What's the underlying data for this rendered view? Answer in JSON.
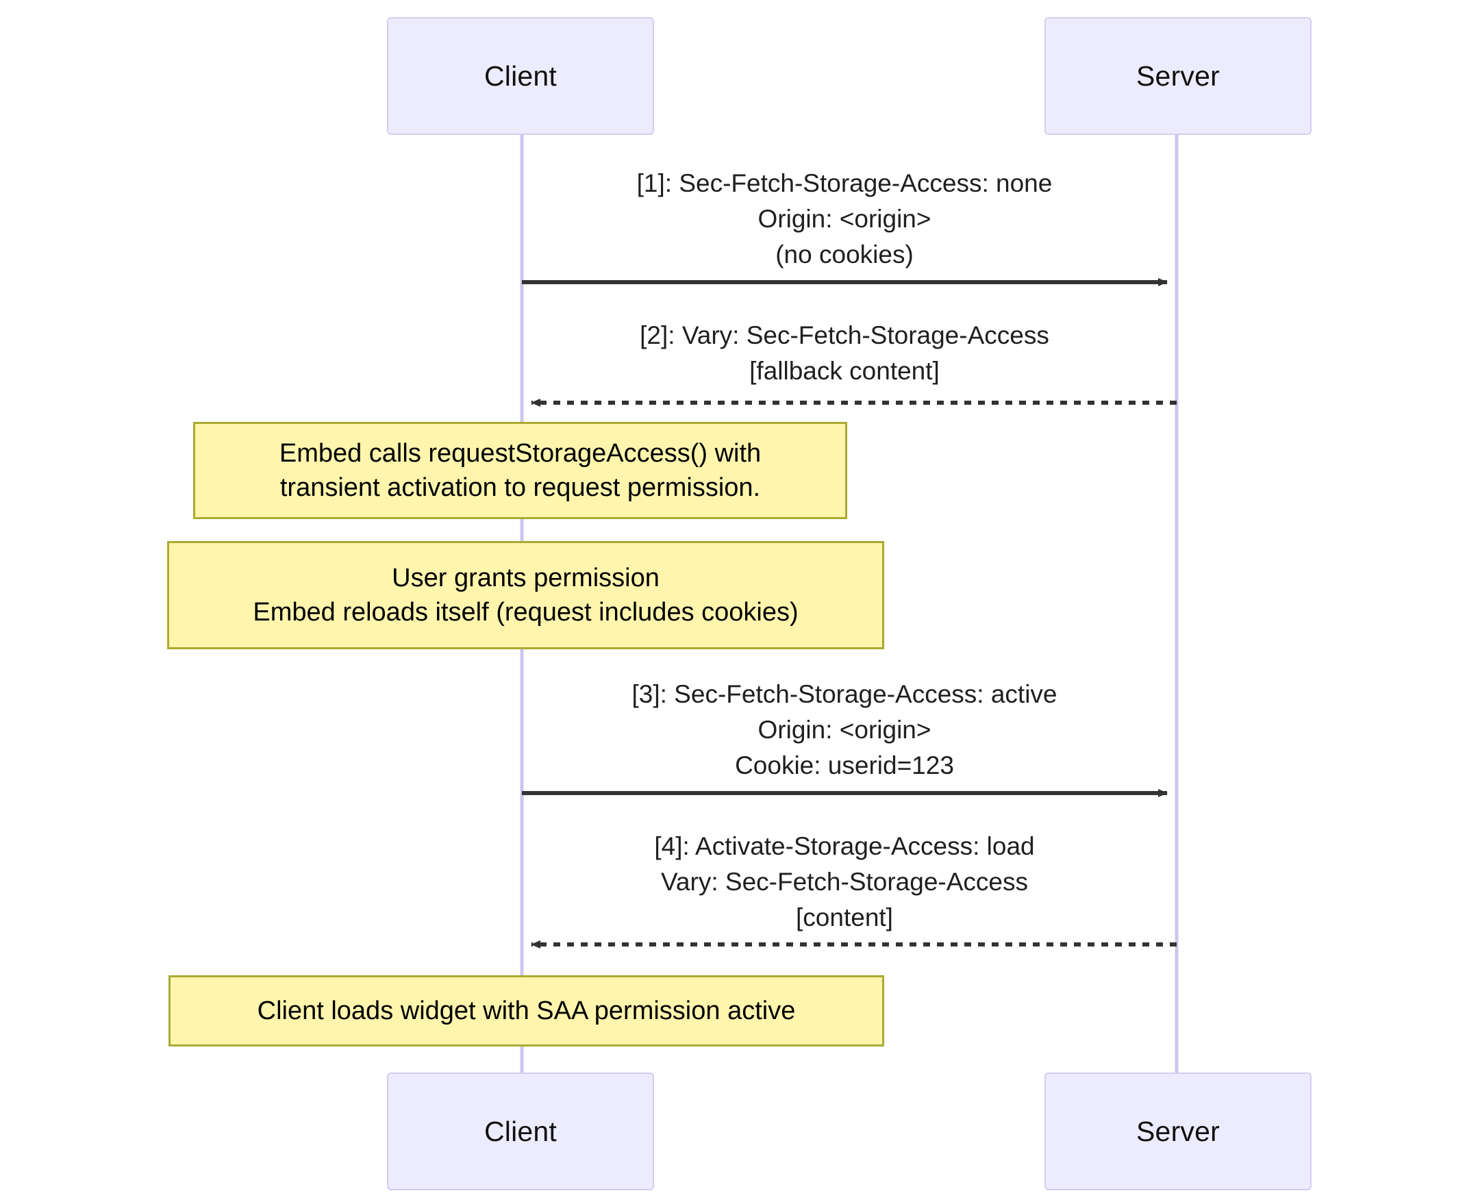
{
  "diagram": {
    "type": "sequence-diagram",
    "background_color": "#ffffff",
    "participant_fill": "#ececfe",
    "participant_border": "#d6ccf0",
    "note_fill": "#fff5ad",
    "note_border": "#aaaa33",
    "lifeline_color": "#cec5ee",
    "arrow_color": "#333333"
  },
  "participants": [
    {
      "id": "client",
      "label": "Client"
    },
    {
      "id": "server",
      "label": "Server"
    }
  ],
  "participants_bottom": [
    {
      "id": "client",
      "label": "Client"
    },
    {
      "id": "server",
      "label": "Server"
    }
  ],
  "messages": [
    {
      "index": "[1]",
      "from": "client",
      "to": "server",
      "style": "solid",
      "lines": [
        "[1]: Sec-Fetch-Storage-Access: none",
        "Origin: <origin>",
        "(no cookies)"
      ]
    },
    {
      "index": "[2]",
      "from": "server",
      "to": "client",
      "style": "dashed",
      "lines": [
        "[2]: Vary: Sec-Fetch-Storage-Access",
        "[fallback content]"
      ]
    },
    {
      "index": "[3]",
      "from": "client",
      "to": "server",
      "style": "solid",
      "lines": [
        "[3]: Sec-Fetch-Storage-Access: active",
        "Origin: <origin>",
        "Cookie: userid=123"
      ]
    },
    {
      "index": "[4]",
      "from": "server",
      "to": "client",
      "style": "dashed",
      "lines": [
        "[4]: Activate-Storage-Access: load",
        "Vary: Sec-Fetch-Storage-Access",
        "[content]"
      ]
    }
  ],
  "notes": [
    {
      "id": "note-request-storage-access",
      "lines": [
        "Embed calls requestStorageAccess() with",
        "transient activation to request permission."
      ]
    },
    {
      "id": "note-user-grants-permission",
      "lines": [
        "User grants permission",
        "Embed reloads itself (request includes cookies)"
      ]
    },
    {
      "id": "note-client-loads-widget",
      "lines": [
        "Client loads widget with SAA permission active"
      ]
    }
  ]
}
